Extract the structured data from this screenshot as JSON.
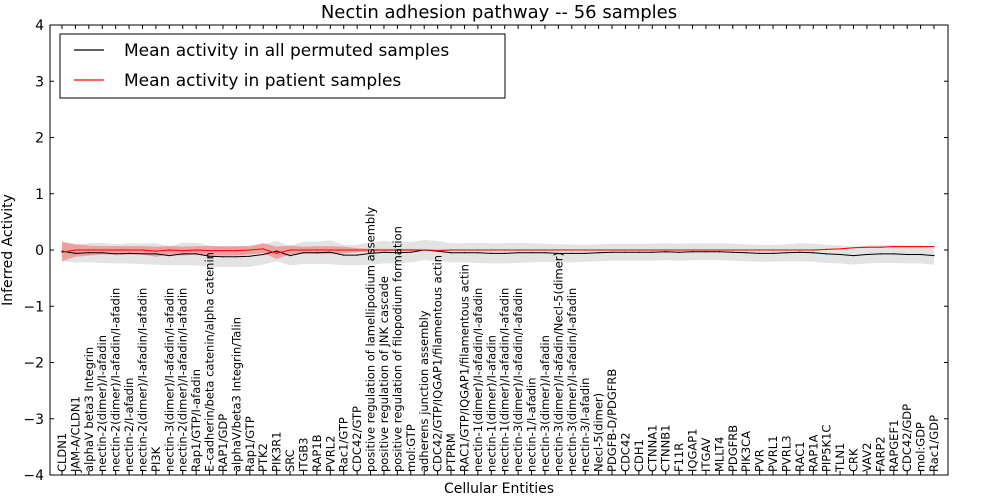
{
  "chart_data": {
    "type": "line",
    "title": "Nectin adhesion pathway -- 56 samples",
    "xlabel": "Cellular Entities",
    "ylabel": "Inferred Activity",
    "ylim": [
      -4,
      4
    ],
    "yticks": [
      -4,
      -3,
      -2,
      -1,
      0,
      1,
      2,
      3,
      4
    ],
    "ytick_labels": [
      "−4",
      "−3",
      "−2",
      "−1",
      "0",
      "1",
      "2",
      "3",
      "4"
    ],
    "grid": false,
    "legend": {
      "placement": "top-left"
    },
    "categories": [
      "CLDN1",
      "JAM-A/CLDN1",
      "alphaV beta3 Integrin",
      "nectin-2(dimer)/I-afadin",
      "nectin-2(dimer)/I-afadin/I-afadin",
      "nectin-2/I-afadin",
      "nectin-2(dimer)/I-afadin/I-afadin",
      "PI3K",
      "nectin-3(dimer)/I-afadin/I-afadin",
      "nectin-2(dimer)/I-afadin/I-afadin",
      "Rap1/GTP/I-afadin",
      "E-cadherin/beta catenin/alpha catenin",
      "RAP1/GDP",
      "alphaV/beta3 Integrin/Talin",
      "Rap1/GTP",
      "PTK2",
      "PIK3R1",
      "SRC",
      "ITGB3",
      "RAP1B",
      "PVRL2",
      "Rac1/GTP",
      "CDC42/GTP",
      "positive regulation of lamellipodium assembly",
      "positive regulation of JNK cascade",
      "positive regulation of filopodium formation",
      "mol:GTP",
      "adherens junction assembly",
      "CDC42/GTP/IQGAP1/filamentous actin",
      "PTPRM",
      "RAC1/GTP/IQGAP1/filamentous actin",
      "nectin-1(dimer)/I-afadin/I-afadin",
      "nectin-1(dimer)/I-afadin",
      "nectin-1(dimer)/I-afadin/I-afadin",
      "nectin-3(dimer)/I-afadin/I-afadin",
      "nectin-1/I-afadin",
      "nectin-3(dimer)/I-afadin",
      "nectin-3(dimer)/I-afadin/Necl-5(dimer)",
      "nectin-3(dimer)/I-afadin/I-afadin",
      "nectin-3/I-afadin",
      "Necl-5(dimer)",
      "PDGFB-D/PDGFRB",
      "CDC42",
      "CDH1",
      "CTNNA1",
      "CTNNB1",
      "F11R",
      "IQGAP1",
      "ITGAV",
      "MLLT4",
      "PDGFRB",
      "PIK3CA",
      "PVR",
      "PVRL1",
      "PVRL3",
      "RAC1",
      "RAP1A",
      "PIP5K1C",
      "TLN1",
      "CRK",
      "VAV2",
      "FARP2",
      "RAPGEF1",
      "CDC42/GDP",
      "mol:GDP",
      "Rac1/GDP"
    ],
    "series": [
      {
        "name": "Mean activity in all permuted samples",
        "color": "#000000",
        "band_color": "#cccccc",
        "values": [
          -0.02,
          -0.06,
          -0.05,
          -0.05,
          -0.07,
          -0.06,
          -0.07,
          -0.07,
          -0.1,
          -0.07,
          -0.07,
          -0.11,
          -0.12,
          -0.12,
          -0.11,
          -0.08,
          -0.02,
          -0.1,
          -0.05,
          -0.05,
          -0.04,
          -0.09,
          -0.09,
          -0.06,
          -0.04,
          -0.05,
          -0.04,
          0.0,
          -0.02,
          -0.05,
          -0.05,
          -0.05,
          -0.06,
          -0.06,
          -0.05,
          -0.05,
          -0.05,
          -0.06,
          -0.06,
          -0.06,
          -0.05,
          -0.04,
          -0.04,
          -0.04,
          -0.04,
          -0.03,
          -0.04,
          -0.03,
          -0.03,
          -0.03,
          -0.04,
          -0.05,
          -0.06,
          -0.06,
          -0.05,
          -0.04,
          -0.05,
          -0.07,
          -0.08,
          -0.1,
          -0.08,
          -0.07,
          -0.07,
          -0.08,
          -0.08,
          -0.1
        ],
        "band_low": [
          -0.2,
          -0.22,
          -0.22,
          -0.23,
          -0.24,
          -0.24,
          -0.25,
          -0.26,
          -0.27,
          -0.27,
          -0.27,
          -0.3,
          -0.3,
          -0.3,
          -0.3,
          -0.26,
          -0.2,
          -0.27,
          -0.25,
          -0.25,
          -0.25,
          -0.27,
          -0.27,
          -0.26,
          -0.24,
          -0.24,
          -0.22,
          -0.18,
          -0.2,
          -0.22,
          -0.22,
          -0.23,
          -0.24,
          -0.24,
          -0.23,
          -0.22,
          -0.21,
          -0.22,
          -0.22,
          -0.21,
          -0.2,
          -0.19,
          -0.19,
          -0.19,
          -0.19,
          -0.18,
          -0.19,
          -0.18,
          -0.18,
          -0.18,
          -0.19,
          -0.2,
          -0.21,
          -0.21,
          -0.2,
          -0.2,
          -0.21,
          -0.23,
          -0.24,
          -0.26,
          -0.24,
          -0.23,
          -0.23,
          -0.24,
          -0.24,
          -0.26
        ],
        "band_high": [
          0.16,
          0.1,
          0.12,
          0.13,
          0.1,
          0.12,
          0.11,
          0.12,
          0.07,
          0.13,
          0.13,
          0.08,
          0.06,
          0.06,
          0.08,
          0.1,
          0.16,
          0.07,
          0.15,
          0.15,
          0.17,
          0.09,
          0.09,
          0.14,
          0.16,
          0.14,
          0.14,
          0.18,
          0.16,
          0.12,
          0.12,
          0.13,
          0.12,
          0.12,
          0.13,
          0.12,
          0.11,
          0.1,
          0.1,
          0.09,
          0.1,
          0.11,
          0.11,
          0.11,
          0.11,
          0.12,
          0.11,
          0.12,
          0.12,
          0.12,
          0.11,
          0.1,
          0.09,
          0.09,
          0.1,
          0.12,
          0.11,
          0.09,
          0.08,
          0.06,
          0.08,
          0.09,
          0.09,
          0.08,
          0.08,
          0.06
        ]
      },
      {
        "name": "Mean activity in patient samples",
        "color": "#ff0000",
        "band_color": "#ef8a8a",
        "values": [
          -0.04,
          0.0,
          0.0,
          0.0,
          0.0,
          0.0,
          0.0,
          -0.02,
          0.0,
          -0.01,
          0.0,
          -0.01,
          -0.01,
          -0.01,
          0.0,
          0.02,
          -0.06,
          0.0,
          0.0,
          0.0,
          0.0,
          0.0,
          0.0,
          0.0,
          0.0,
          0.0,
          0.0,
          0.0,
          -0.01,
          0.0,
          0.0,
          0.0,
          0.0,
          0.0,
          0.0,
          0.0,
          0.0,
          0.0,
          0.0,
          0.0,
          0.0,
          0.0,
          0.0,
          0.0,
          0.0,
          0.0,
          0.0,
          0.0,
          0.0,
          0.0,
          0.0,
          0.0,
          0.0,
          0.0,
          0.0,
          0.0,
          0.0,
          0.01,
          0.02,
          0.04,
          0.05,
          0.05,
          0.06,
          0.06,
          0.06,
          0.06
        ],
        "band_low": [
          -0.2,
          -0.12,
          -0.1,
          -0.08,
          -0.08,
          -0.08,
          -0.08,
          -0.12,
          -0.08,
          -0.1,
          -0.08,
          -0.1,
          -0.1,
          -0.1,
          -0.08,
          -0.05,
          -0.16,
          -0.08,
          -0.06,
          -0.07,
          -0.07,
          -0.06,
          -0.04,
          -0.03,
          -0.02,
          -0.02,
          -0.02,
          -0.01,
          -0.03,
          -0.01,
          -0.01,
          -0.01,
          -0.01,
          -0.01,
          -0.01,
          -0.01,
          -0.01,
          -0.01,
          -0.01,
          -0.01,
          -0.01,
          -0.01,
          -0.01,
          -0.01,
          -0.01,
          -0.01,
          -0.01,
          -0.01,
          -0.01,
          -0.01,
          -0.01,
          -0.01,
          -0.01,
          -0.01,
          -0.01,
          -0.01,
          -0.01,
          0.0,
          0.01,
          0.03,
          0.04,
          0.04,
          0.05,
          0.05,
          0.05,
          0.05
        ],
        "band_high": [
          0.14,
          0.1,
          0.08,
          0.07,
          0.07,
          0.07,
          0.07,
          0.06,
          0.07,
          0.06,
          0.07,
          0.07,
          0.07,
          0.07,
          0.07,
          0.12,
          0.06,
          0.08,
          0.06,
          0.07,
          0.07,
          0.06,
          0.03,
          0.02,
          0.02,
          0.02,
          0.02,
          0.01,
          0.01,
          0.01,
          0.01,
          0.01,
          0.01,
          0.01,
          0.01,
          0.01,
          0.01,
          0.01,
          0.01,
          0.01,
          0.01,
          0.01,
          0.01,
          0.01,
          0.01,
          0.01,
          0.01,
          0.01,
          0.01,
          0.01,
          0.01,
          0.01,
          0.01,
          0.01,
          0.01,
          0.01,
          0.01,
          0.02,
          0.03,
          0.05,
          0.06,
          0.06,
          0.07,
          0.07,
          0.07,
          0.07
        ]
      }
    ]
  }
}
